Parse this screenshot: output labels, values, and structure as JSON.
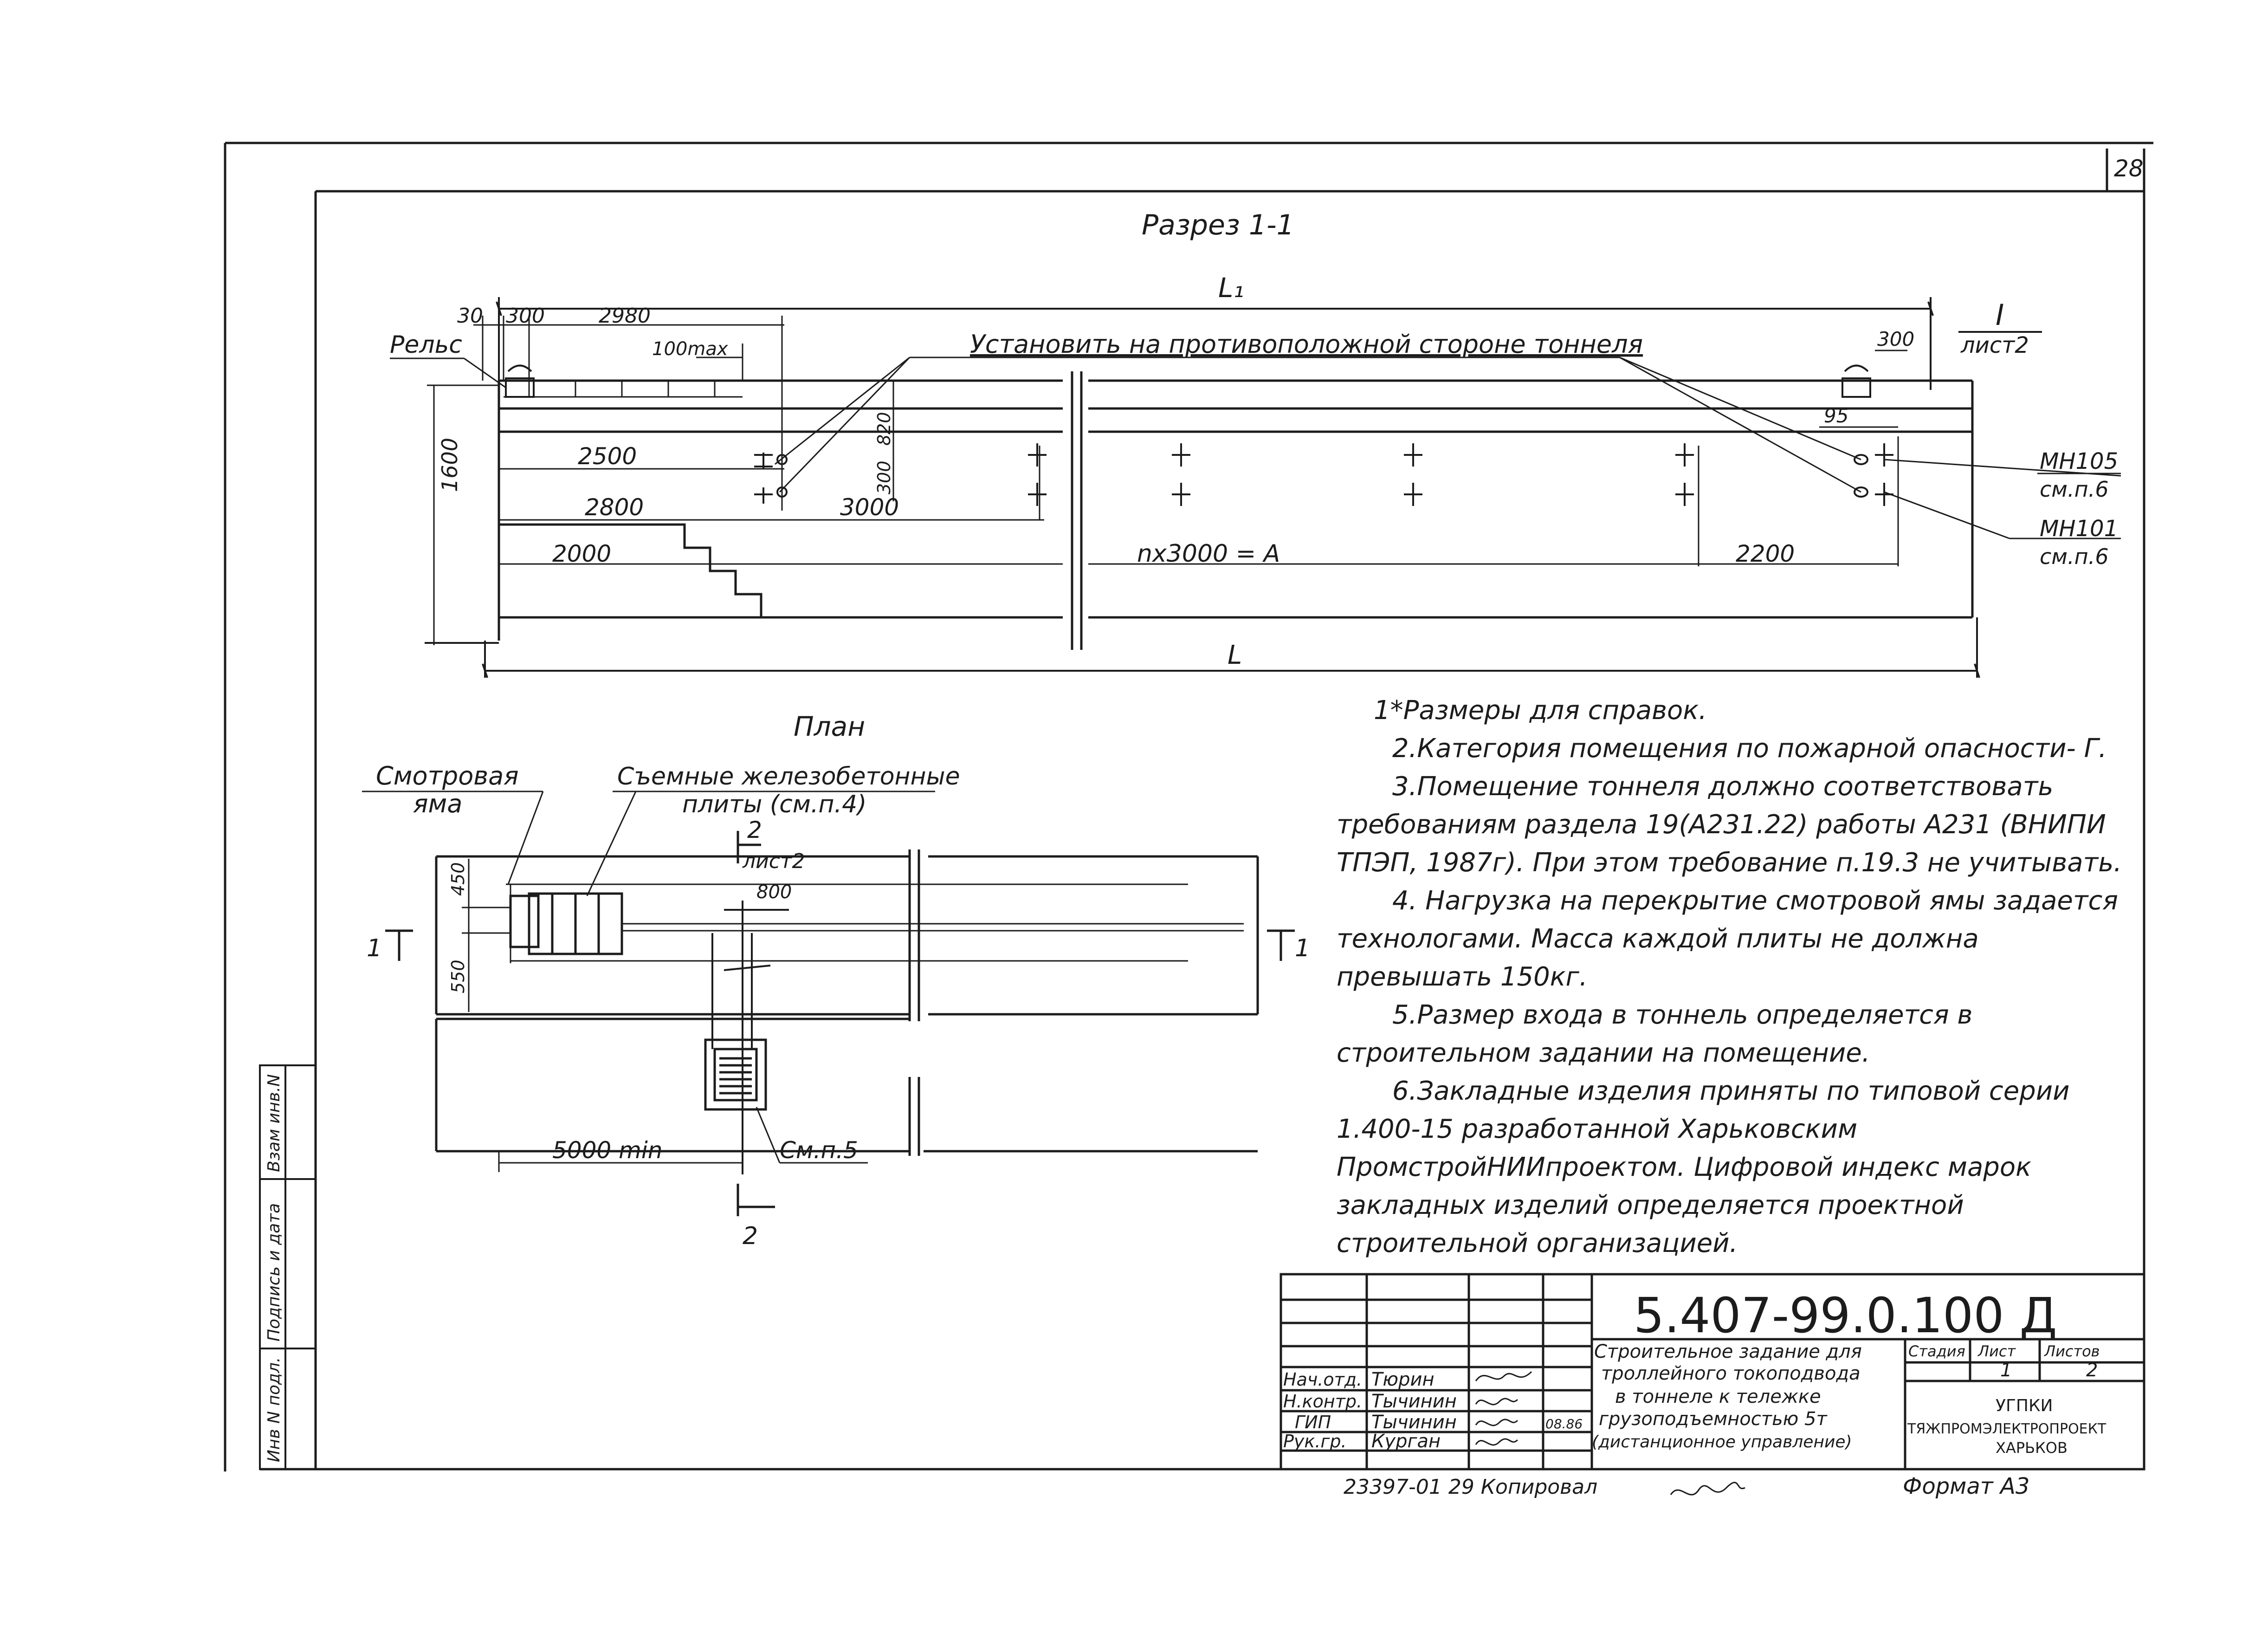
{
  "sheet": {
    "number": "28",
    "list_ref_I": "I",
    "list_ref_I_sheet": "лист2"
  },
  "section": {
    "title": "Разрез 1-1",
    "L1": "L₁",
    "L": "L",
    "rail": "Рельс",
    "install_note": "Установить на противоположной стороне тоннеля",
    "dims": {
      "d30": "30",
      "d300a": "300",
      "d2980": "2980",
      "d100max": "100max",
      "d300b": "300",
      "d1600": "1600",
      "d820": "820",
      "d300c": "300",
      "d2500": "2500",
      "d2800": "2800",
      "d3000": "3000",
      "d2000": "2000",
      "nx3000": "nx3000 = A",
      "d2200": "2200",
      "d95": "95"
    },
    "embed1": "МН105",
    "embed1_ref": "см.п.6",
    "embed2": "МН101",
    "embed2_ref": "см.п.6"
  },
  "plan": {
    "title": "План",
    "pit": "Смотровая яма",
    "slabs": "Съемные железобетонные плиты (см.п.4)",
    "sec2_top": "2",
    "sec2_top_sheet": "лист2",
    "sec1_left": "1",
    "sec1_right": "1",
    "d800": "800",
    "d450": "450",
    "d550": "550",
    "d5000min": "5000 min",
    "see5": "См.п.5",
    "sec2_bottom": "2"
  },
  "notes": [
    "1*Размеры для справок.",
    "2.Категория помещения по пожарной опасности- Г.",
    "3.Помещение тоннеля должно соответствовать требованиям раздела 19(А231.22) работы А231 (ВНИПИ ТПЭП, 1987г). При этом требование п.19.3 не учитывать.",
    "4. Нагрузка на перекрытие смотровой ямы задается технологами. Масса каждой плиты не должна превышать 150кг.",
    "5.Размер входа в тоннель определяется в строительном задании на помещение.",
    "6.Закладные изделия приняты по типовой серии 1.400-15 разработанной Харьковским ПромстройНИИпроектом. Цифровой индекс марок закладных изделий определяется проектной строительной организацией."
  ],
  "side_stamp": [
    "Инв N подл.",
    "Подпись и дата",
    "Взам инв.N"
  ],
  "title_block": {
    "code": "5.407-99.0.100 Д",
    "description": [
      "Строительное задание для",
      "троллейного токоподвода",
      "в тоннеле к тележке",
      "грузоподъемностью 5т",
      "(дистанционное управление)"
    ],
    "stage_h": "Стадия",
    "sheet_h": "Лист",
    "sheets_h": "Листов",
    "sheet": "1",
    "sheets": "2",
    "org": [
      "УГПКИ",
      "ТЯЖПРОМЭЛЕКТРОПРОЕКТ",
      "ХАРЬКОВ"
    ],
    "roles": [
      {
        "role": "Нач.отд.",
        "name": "Тюрин"
      },
      {
        "role": "Н.контр.",
        "name": "Тычинин"
      },
      {
        "role": "ГИП",
        "name": "Тычинин",
        "date": "08.86"
      },
      {
        "role": "Рук.гр.",
        "name": "Курган"
      }
    ]
  },
  "footer": {
    "copied": "23397-01 29 Копировал",
    "format": "Формат А3"
  }
}
